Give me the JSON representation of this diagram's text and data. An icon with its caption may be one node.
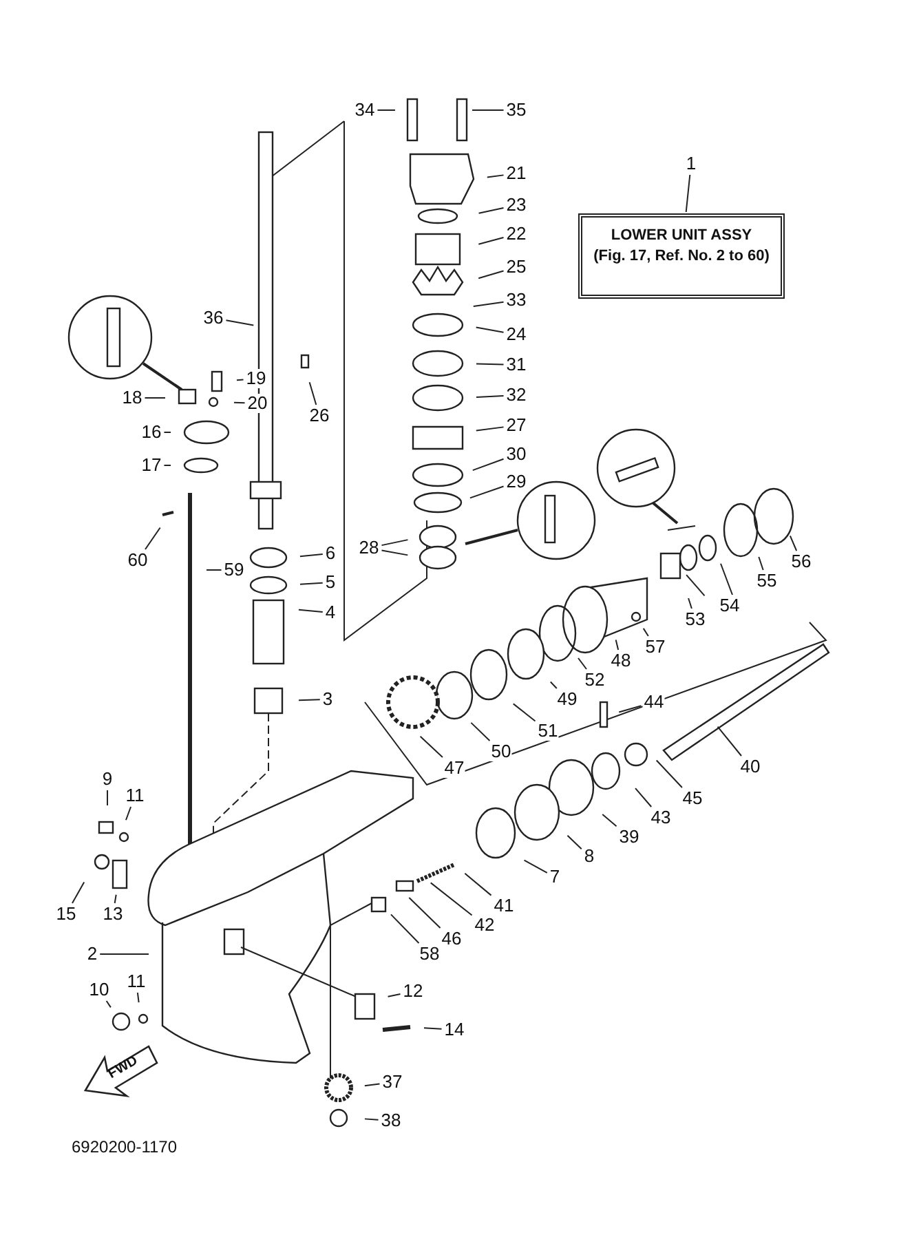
{
  "diagram": {
    "nodes": [
      {
        "text": [
          "34"
        ]
      },
      {
        "text": [
          "35"
        ]
      },
      {
        "text": [
          "1"
        ]
      },
      {
        "text": [
          "LOWER UNIT ASSY",
          "(Fig. 17, Ref. No. 2 to 60)"
        ]
      },
      {
        "text": [
          "21"
        ]
      },
      {
        "text": [
          "23"
        ]
      },
      {
        "text": [
          "22"
        ]
      },
      {
        "text": [
          "25"
        ]
      },
      {
        "text": [
          "33"
        ]
      },
      {
        "text": [
          "36"
        ]
      },
      {
        "text": [
          "24"
        ]
      },
      {
        "text": [
          "31"
        ]
      },
      {
        "text": [
          "19"
        ]
      },
      {
        "text": [
          "18"
        ]
      },
      {
        "text": [
          "32"
        ]
      },
      {
        "text": [
          "20"
        ]
      },
      {
        "text": [
          "26"
        ]
      },
      {
        "text": [
          "27"
        ]
      },
      {
        "text": [
          "16"
        ]
      },
      {
        "text": [
          "30"
        ]
      },
      {
        "text": [
          "17"
        ]
      },
      {
        "text": [
          "29"
        ]
      },
      {
        "text": [
          "28"
        ]
      },
      {
        "text": [
          "60"
        ]
      },
      {
        "text": [
          "56"
        ]
      },
      {
        "text": [
          "6"
        ]
      },
      {
        "text": [
          "59"
        ]
      },
      {
        "text": [
          "55"
        ]
      },
      {
        "text": [
          "5"
        ]
      },
      {
        "text": [
          "54"
        ]
      },
      {
        "text": [
          "4"
        ]
      },
      {
        "text": [
          "53"
        ]
      },
      {
        "text": [
          "57"
        ]
      },
      {
        "text": [
          "48"
        ]
      },
      {
        "text": [
          "52"
        ]
      },
      {
        "text": [
          "49"
        ]
      },
      {
        "text": [
          "3"
        ]
      },
      {
        "text": [
          "44"
        ]
      },
      {
        "text": [
          "51"
        ]
      },
      {
        "text": [
          "50"
        ]
      },
      {
        "text": [
          "47"
        ]
      },
      {
        "text": [
          "40"
        ]
      },
      {
        "text": [
          "9"
        ]
      },
      {
        "text": [
          "11"
        ]
      },
      {
        "text": [
          "45"
        ]
      },
      {
        "text": [
          "43"
        ]
      },
      {
        "text": [
          "39"
        ]
      },
      {
        "text": [
          "8"
        ]
      },
      {
        "text": [
          "7"
        ]
      },
      {
        "text": [
          "15"
        ]
      },
      {
        "text": [
          "41"
        ]
      },
      {
        "text": [
          "13"
        ]
      },
      {
        "text": [
          "42"
        ]
      },
      {
        "text": [
          "46"
        ]
      },
      {
        "text": [
          "2"
        ]
      },
      {
        "text": [
          "58"
        ]
      },
      {
        "text": [
          "11"
        ]
      },
      {
        "text": [
          "10"
        ]
      },
      {
        "text": [
          "12"
        ]
      },
      {
        "text": [
          "14"
        ]
      },
      {
        "text": [
          "37"
        ]
      },
      {
        "text": [
          "38"
        ]
      }
    ],
    "edges": [
      {
        "from": 0,
        "to": null,
        "arrow": "none"
      },
      {
        "from": 1,
        "to": null,
        "arrow": "none"
      },
      {
        "from": 2,
        "to": 3,
        "arrow": "none"
      },
      {
        "from": 4,
        "to": null,
        "arrow": "none"
      },
      {
        "from": 5,
        "to": null,
        "arrow": "none"
      },
      {
        "from": 6,
        "to": null,
        "arrow": "none"
      },
      {
        "from": 7,
        "to": null,
        "arrow": "none"
      },
      {
        "from": 8,
        "to": null,
        "arrow": "none"
      },
      {
        "from": 9,
        "to": null,
        "arrow": "none"
      },
      {
        "from": 10,
        "to": null,
        "arrow": "none"
      },
      {
        "from": 11,
        "to": null,
        "arrow": "none"
      },
      {
        "from": 12,
        "to": null,
        "arrow": "none"
      },
      {
        "from": 13,
        "to": null,
        "arrow": "none"
      },
      {
        "from": 14,
        "to": null,
        "arrow": "none"
      },
      {
        "from": 15,
        "to": null,
        "arrow": "none"
      },
      {
        "from": 16,
        "to": null,
        "arrow": "none"
      },
      {
        "from": 17,
        "to": null,
        "arrow": "none"
      },
      {
        "from": 18,
        "to": null,
        "arrow": "none"
      },
      {
        "from": 19,
        "to": null,
        "arrow": "none"
      },
      {
        "from": 20,
        "to": null,
        "arrow": "none"
      },
      {
        "from": 21,
        "to": null,
        "arrow": "none"
      },
      {
        "from": 22,
        "to": null,
        "arrow": "none"
      },
      {
        "from": 22,
        "to": null,
        "arrow": "none"
      },
      {
        "from": 23,
        "to": null,
        "arrow": "none"
      },
      {
        "from": 24,
        "to": null,
        "arrow": "none"
      },
      {
        "from": 25,
        "to": null,
        "arrow": "none"
      },
      {
        "from": 26,
        "to": null,
        "arrow": "none"
      },
      {
        "from": 27,
        "to": null,
        "arrow": "none"
      },
      {
        "from": 28,
        "to": null,
        "arrow": "none"
      },
      {
        "from": 29,
        "to": null,
        "arrow": "none"
      },
      {
        "from": 29,
        "to": null,
        "arrow": "none"
      },
      {
        "from": 30,
        "to": null,
        "arrow": "none"
      },
      {
        "from": 31,
        "to": null,
        "arrow": "none"
      },
      {
        "from": 32,
        "to": null,
        "arrow": "none"
      },
      {
        "from": 33,
        "to": null,
        "arrow": "none"
      },
      {
        "from": 34,
        "to": null,
        "arrow": "none"
      },
      {
        "from": 35,
        "to": null,
        "arrow": "none"
      },
      {
        "from": 36,
        "to": null,
        "arrow": "none"
      },
      {
        "from": 37,
        "to": null,
        "arrow": "none"
      },
      {
        "from": 38,
        "to": null,
        "arrow": "none"
      },
      {
        "from": 39,
        "to": null,
        "arrow": "none"
      },
      {
        "from": 40,
        "to": null,
        "arrow": "none"
      },
      {
        "from": 41,
        "to": null,
        "arrow": "none"
      },
      {
        "from": 42,
        "to": null,
        "arrow": "none"
      },
      {
        "from": 43,
        "to": null,
        "arrow": "none"
      },
      {
        "from": 44,
        "to": null,
        "arrow": "none"
      },
      {
        "from": 45,
        "to": null,
        "arrow": "none"
      },
      {
        "from": 46,
        "to": null,
        "arrow": "none"
      },
      {
        "from": 47,
        "to": null,
        "arrow": "none"
      },
      {
        "from": 48,
        "to": null,
        "arrow": "none"
      },
      {
        "from": 49,
        "to": null,
        "arrow": "none"
      },
      {
        "from": 50,
        "to": null,
        "arrow": "none"
      },
      {
        "from": 51,
        "to": null,
        "arrow": "none"
      },
      {
        "from": 52,
        "to": null,
        "arrow": "none"
      },
      {
        "from": 53,
        "to": null,
        "arrow": "none"
      },
      {
        "from": 54,
        "to": null,
        "arrow": "none"
      },
      {
        "from": 55,
        "to": null,
        "arrow": "none"
      },
      {
        "from": 56,
        "to": null,
        "arrow": "none"
      },
      {
        "from": 57,
        "to": null,
        "arrow": "none"
      },
      {
        "from": 58,
        "to": null,
        "arrow": "none"
      },
      {
        "from": 59,
        "to": null,
        "arrow": "none"
      },
      {
        "from": 60,
        "to": null,
        "arrow": "none"
      },
      {
        "from": 61,
        "to": null,
        "arrow": "none"
      }
    ],
    "labels": [
      "FWD",
      "6920200-1170"
    ]
  }
}
